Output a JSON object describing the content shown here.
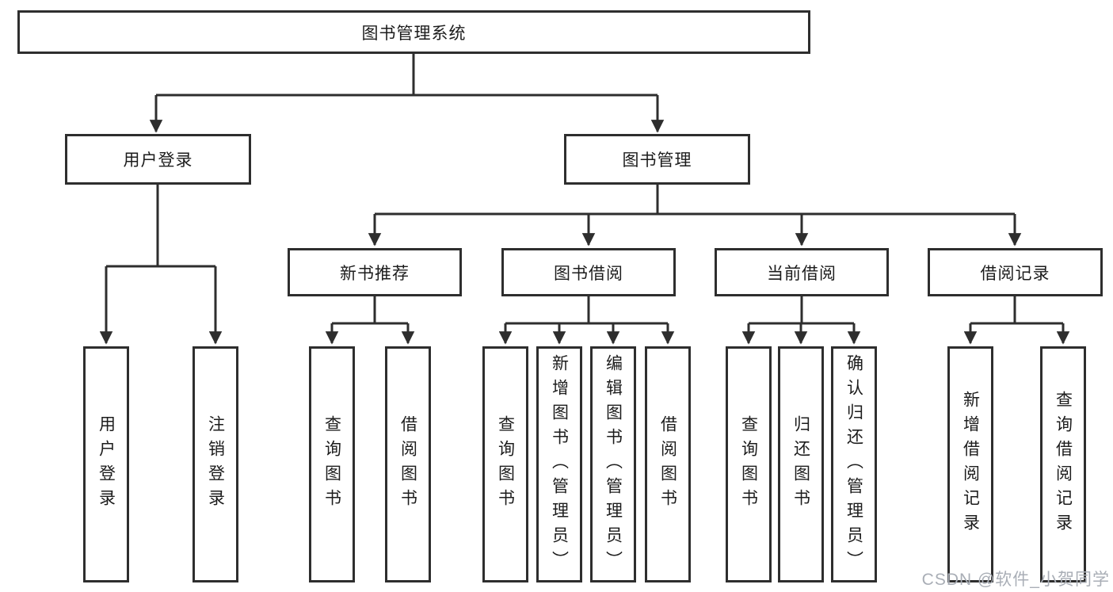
{
  "diagram": {
    "title": "图书管理系统",
    "root": {
      "label": "图书管理系统"
    },
    "level1": [
      {
        "label": "用户登录"
      },
      {
        "label": "图书管理"
      }
    ],
    "level2": [
      {
        "label": "新书推荐"
      },
      {
        "label": "图书借阅"
      },
      {
        "label": "当前借阅"
      },
      {
        "label": "借阅记录"
      }
    ],
    "leaves": {
      "user_login": [
        {
          "label": "用户登录"
        },
        {
          "label": "注销登录"
        }
      ],
      "new_book": [
        {
          "label": "查询图书"
        },
        {
          "label": "借阅图书"
        }
      ],
      "borrowing": [
        {
          "label": "查询图书"
        },
        {
          "label": "新增图书（管理员）"
        },
        {
          "label": "编辑图书（管理员）"
        },
        {
          "label": "借阅图书"
        }
      ],
      "current": [
        {
          "label": "查询图书"
        },
        {
          "label": "归还图书"
        },
        {
          "label": "确认归还（管理员）"
        }
      ],
      "records": [
        {
          "label": "新增借阅记录"
        },
        {
          "label": "查询借阅记录"
        }
      ]
    }
  },
  "watermark": "CSDN @软件_小贺同学",
  "colors": {
    "line": "#2e2e2e",
    "text": "#1c1c1c",
    "box_background": "#ffffff",
    "watermark": "#a9aeb6"
  }
}
